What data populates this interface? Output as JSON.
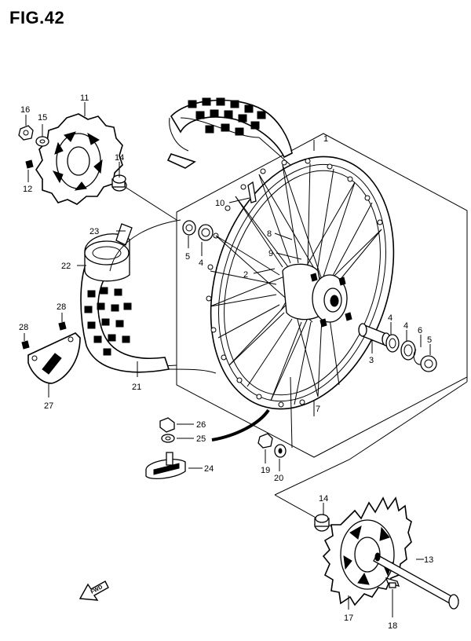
{
  "figure": {
    "title": "FIG.42"
  },
  "callouts": [
    {
      "id": "1",
      "text": "1"
    },
    {
      "id": "2",
      "text": "2"
    },
    {
      "id": "3",
      "text": "3"
    },
    {
      "id": "4a",
      "text": "4"
    },
    {
      "id": "4b",
      "text": "4"
    },
    {
      "id": "4c",
      "text": "4"
    },
    {
      "id": "5a",
      "text": "5"
    },
    {
      "id": "5b",
      "text": "5"
    },
    {
      "id": "6",
      "text": "6"
    },
    {
      "id": "7",
      "text": "7"
    },
    {
      "id": "8",
      "text": "8"
    },
    {
      "id": "9",
      "text": "9"
    },
    {
      "id": "10",
      "text": "10"
    },
    {
      "id": "11",
      "text": "11"
    },
    {
      "id": "12",
      "text": "12"
    },
    {
      "id": "13",
      "text": "13"
    },
    {
      "id": "14a",
      "text": "14"
    },
    {
      "id": "14b",
      "text": "14"
    },
    {
      "id": "15",
      "text": "15"
    },
    {
      "id": "16",
      "text": "16"
    },
    {
      "id": "17",
      "text": "17"
    },
    {
      "id": "18",
      "text": "18"
    },
    {
      "id": "19",
      "text": "19"
    },
    {
      "id": "20",
      "text": "20"
    },
    {
      "id": "21",
      "text": "21"
    },
    {
      "id": "22",
      "text": "22"
    },
    {
      "id": "23",
      "text": "23"
    },
    {
      "id": "24",
      "text": "24"
    },
    {
      "id": "25",
      "text": "25"
    },
    {
      "id": "26",
      "text": "26"
    },
    {
      "id": "27",
      "text": "27"
    },
    {
      "id": "28a",
      "text": "28"
    },
    {
      "id": "28b",
      "text": "28"
    }
  ],
  "direction_marker": {
    "text": "FWD",
    "icon": "forward-arrow-icon"
  }
}
